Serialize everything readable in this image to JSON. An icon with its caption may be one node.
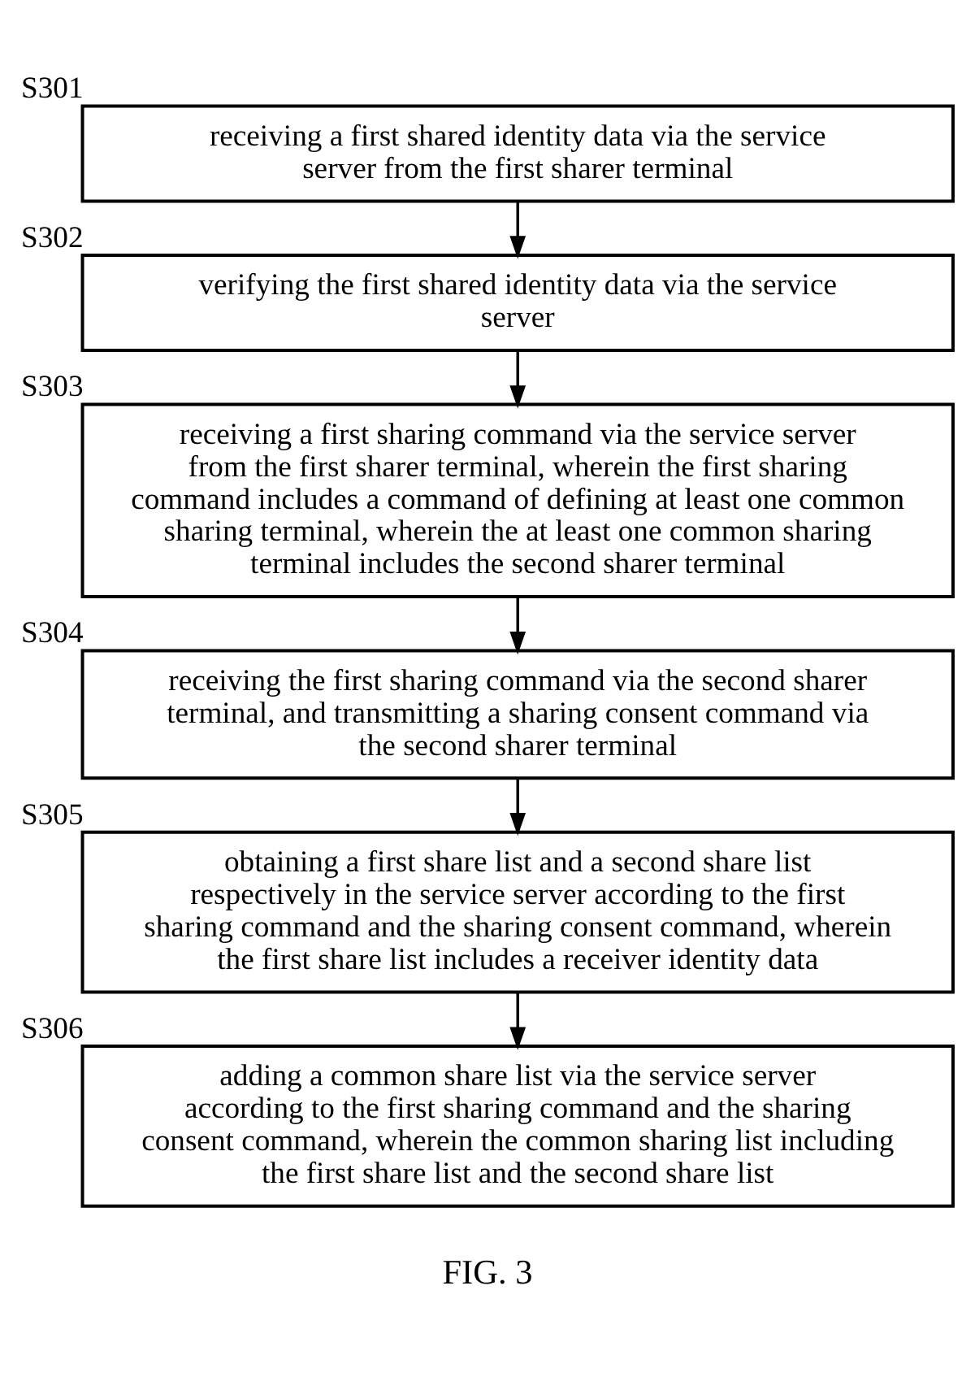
{
  "diagram": {
    "caption": "FIG. 3",
    "nodes": [
      {
        "text": [
          "receiving a first shared identity data via the service server from the first sharer terminal"
        ],
        "beside": [
          "S301"
        ]
      },
      {
        "text": [
          "verifying the first shared identity data via the service server"
        ],
        "beside": [
          "S302"
        ]
      },
      {
        "text": [
          "receiving a first sharing command via the service server from the first sharer terminal, wherein the first sharing command includes a command of defining at least one common sharing terminal, wherein the at least one common sharing terminal includes the second sharer terminal"
        ],
        "beside": [
          "S303"
        ]
      },
      {
        "text": [
          "receiving the first sharing command via the second sharer terminal, and transmitting a sharing consent command via the second sharer terminal"
        ],
        "beside": [
          "S304"
        ]
      },
      {
        "text": [
          "obtaining a first share list and a second share list respectively in the service server according to the first sharing command and the sharing consent command, wherein the first share list includes a receiver identity data"
        ],
        "beside": [
          "S305"
        ]
      },
      {
        "text": [
          "adding a common share list via the service server according to the first sharing command and the sharing consent command, wherein the common sharing list including the first share list and the second share list"
        ],
        "beside": [
          "S306"
        ]
      }
    ],
    "edges": [
      {
        "from": 0,
        "to": 1,
        "arrow": "to"
      },
      {
        "from": 1,
        "to": 2,
        "arrow": "to"
      },
      {
        "from": 2,
        "to": 3,
        "arrow": "to"
      },
      {
        "from": 3,
        "to": 4,
        "arrow": "to"
      },
      {
        "from": 4,
        "to": 5,
        "arrow": "to"
      }
    ]
  }
}
